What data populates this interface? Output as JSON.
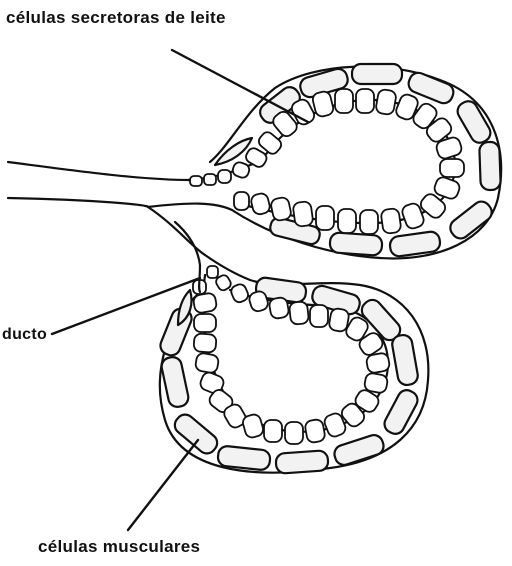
{
  "labels": {
    "secretory_cells": "células secretoras de leite",
    "duct": "ducto",
    "muscle_cells": "células musculares"
  },
  "colors": {
    "stroke": "#111111",
    "muscle_fill": "#f2f2f2",
    "background": "#ffffff"
  }
}
